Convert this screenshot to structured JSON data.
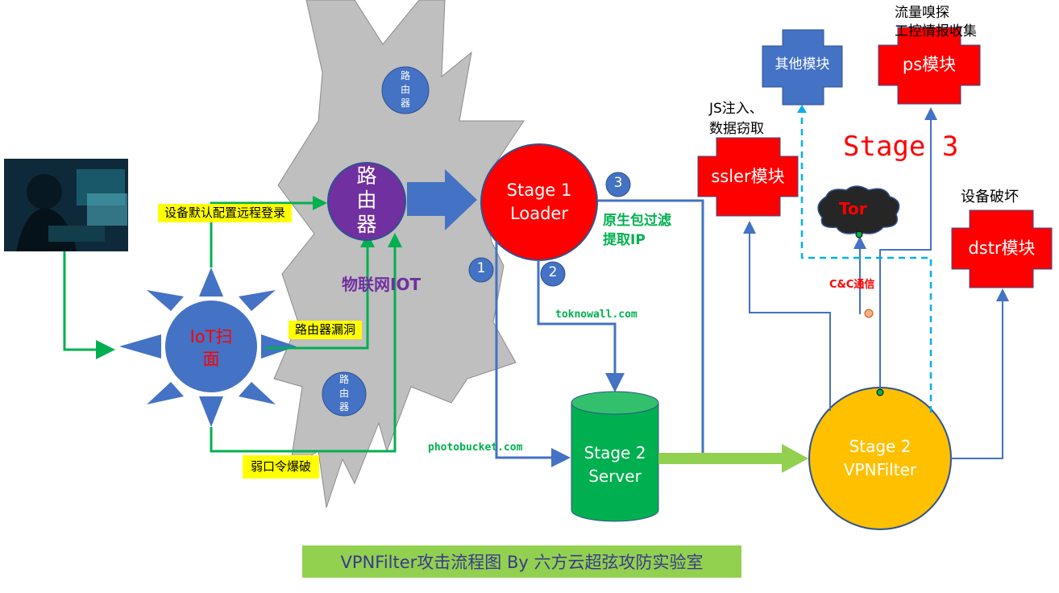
{
  "router_labels": {
    "small_top": "路\n由\n器",
    "main": "路\n由\n器",
    "small_bottom": "路\n由\n器"
  },
  "iot_cloud_label": "物联网IOT",
  "scanner_label": "IoT扫\n面",
  "attack_labels": {
    "default_login": "设备默认配置远程登录",
    "router_vuln": "路由器漏洞",
    "weak_password": "弱口令爆破"
  },
  "stage1": {
    "label": "Stage 1\nLoader"
  },
  "step_numbers": [
    "1",
    "2",
    "3"
  ],
  "packet_filter_label": "原生包过滤\n提取IP",
  "domains": {
    "toknowall": "toknowall.com",
    "photobucket": "photobucket.com"
  },
  "stage2_server": {
    "label": "Stage 2\nServer"
  },
  "stage2_vpnfilter": {
    "label": "Stage 2\nVPNFilter"
  },
  "stage3_title": "Stage 3",
  "modules": {
    "other": "其他模块",
    "ps": "ps模块",
    "ssler": "ssler模块",
    "dstr": "dstr模块"
  },
  "module_captions": {
    "ps": "流量嗅探\n工控情报收集",
    "ssler": "JS注入、\n数据窃取",
    "dstr": "设备破坏"
  },
  "tor_label": "Tor",
  "cc_label": "C&C通信",
  "footer_title": "VPNFilter攻击流程图 By 六方云超弦攻防实验室",
  "colors": {
    "blue": "#4472c4",
    "purple": "#7030a0",
    "red": "#ff0000",
    "gold": "#ffc000",
    "green": "#00b050",
    "gray": "#bfbfbf",
    "footer": "#92d050",
    "dashed": "#00b0f0"
  },
  "icons": [
    "hacker-image"
  ]
}
